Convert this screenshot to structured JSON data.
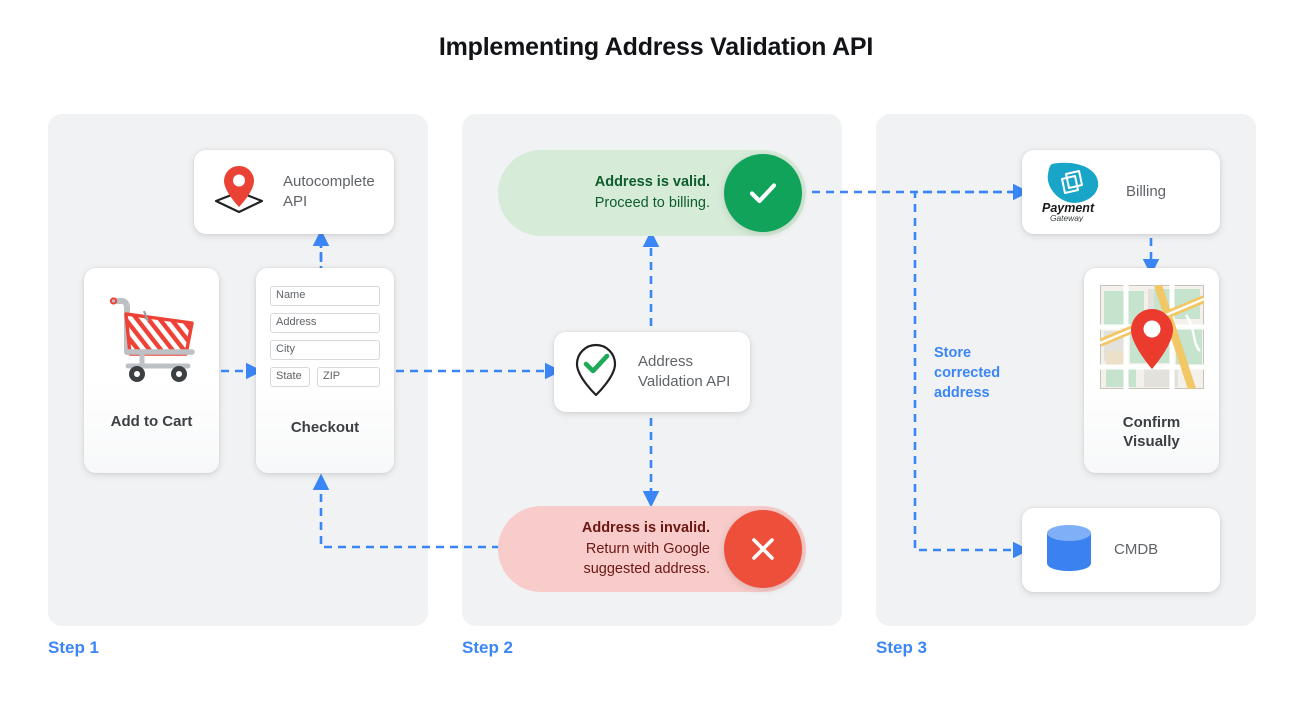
{
  "page": {
    "title": "Implementing Address Validation API",
    "background": "#ffffff",
    "accent_blue": "#3b86f6",
    "panel_bg": "#f1f2f3"
  },
  "steps": [
    {
      "label": "Step 1"
    },
    {
      "label": "Step 2"
    },
    {
      "label": "Step 3"
    }
  ],
  "step1": {
    "autocomplete_card": {
      "label_line1": "Autocomplete",
      "label_line2": "API",
      "icon": "map-pin-diamond-icon"
    },
    "cart_card": {
      "title": "Add to Cart",
      "icon": "shopping-cart-icon"
    },
    "checkout_card": {
      "title": "Checkout",
      "fields": [
        {
          "name": "name-field",
          "placeholder": "Name"
        },
        {
          "name": "address-field",
          "placeholder": "Address"
        },
        {
          "name": "city-field",
          "placeholder": "City"
        },
        {
          "name": "state-field",
          "placeholder": "State"
        },
        {
          "name": "zip-field",
          "placeholder": "ZIP"
        }
      ]
    }
  },
  "step2": {
    "valid_pill": {
      "line1": "Address is valid.",
      "line2": "Proceed to billing.",
      "badge_icon": "check-icon",
      "badge_color": "#11a35a",
      "bg_color": "#d6ecd9",
      "text_color": "#0f5d2d"
    },
    "invalid_pill": {
      "line1": "Address is invalid.",
      "line2": "Return with Google",
      "line3": "suggested address.",
      "badge_icon": "close-x-icon",
      "badge_color": "#ee4f3b",
      "bg_color": "#f8ccca",
      "text_color": "#6d1713"
    },
    "validation_card": {
      "label_line1": "Address",
      "label_line2": "Validation API",
      "icon": "map-pin-check-icon"
    }
  },
  "step3": {
    "billing_card": {
      "label": "Billing",
      "icon": "payment-gateway-logo-icon",
      "logo_line1": "Payment",
      "logo_line2": "Gateway"
    },
    "confirm_card": {
      "title_line1": "Confirm",
      "title_line2": "Visually",
      "icon": "map-thumbnail-icon"
    },
    "cmdb_card": {
      "label": "CMDB",
      "icon": "database-cylinder-icon"
    },
    "store_label": {
      "line1": "Store",
      "line2": "corrected",
      "line3": "address"
    }
  }
}
